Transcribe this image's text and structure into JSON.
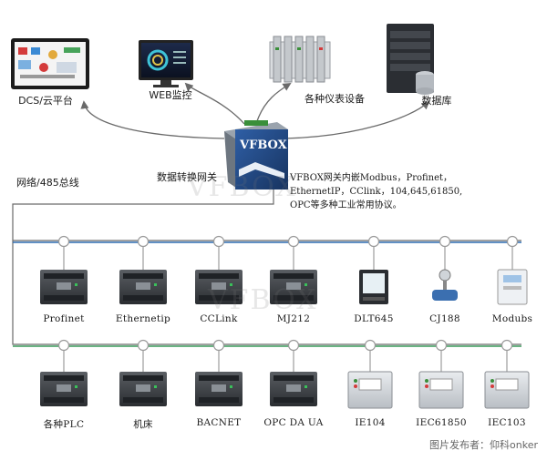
{
  "top": {
    "dcs": "DCS/云平台",
    "web": "WEB监控",
    "instruments": "各种仪表设备",
    "database": "数据库"
  },
  "gateway": {
    "brand": "VFBOX",
    "label": "数据转换网关",
    "description": "VFBOX网关内嵌Modbus，Profinet，\nEthernetIP，CClink，104,645,61850,\nOPC等多种工业常用协议。"
  },
  "bus_label": "网络/485总线",
  "row1": [
    "Profinet",
    "Ethernetip",
    "CCLink",
    "MJ212",
    "DLT645",
    "CJ188",
    "Modubs"
  ],
  "row2": [
    "各种PLC",
    "机床",
    "BACNET",
    "OPC DA UA",
    "IE104",
    "IEC61850",
    "IEC103"
  ],
  "watermark": "VFBOX",
  "credit": "图片发布者：仰科onker",
  "colors": {
    "line": "#6a6a6a",
    "bus": "#2d6bb0",
    "node": "#9a9a9a",
    "device": "#3c3f44"
  }
}
